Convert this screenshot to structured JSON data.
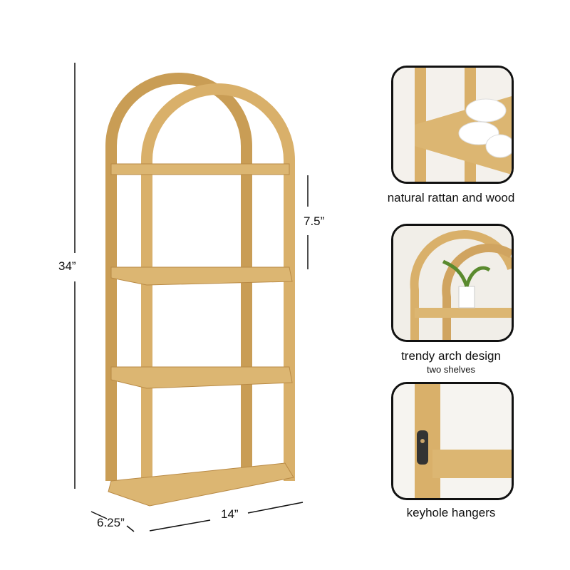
{
  "dimensions": {
    "height": "34”",
    "shelf_gap": "7.5”",
    "depth": "6.25”",
    "width": "14”"
  },
  "features": [
    {
      "caption": "natural rattan and wood",
      "image": "towels-on-shelf-closeup"
    },
    {
      "caption": "trendy arch design",
      "subcaption": "two shelves",
      "image": "arch-with-plant-closeup"
    },
    {
      "caption": "keyhole hangers",
      "image": "keyhole-hanger-closeup"
    }
  ],
  "colors": {
    "rattan": "#d9b06a",
    "rattan_dark": "#b98a45",
    "line": "#111111"
  }
}
